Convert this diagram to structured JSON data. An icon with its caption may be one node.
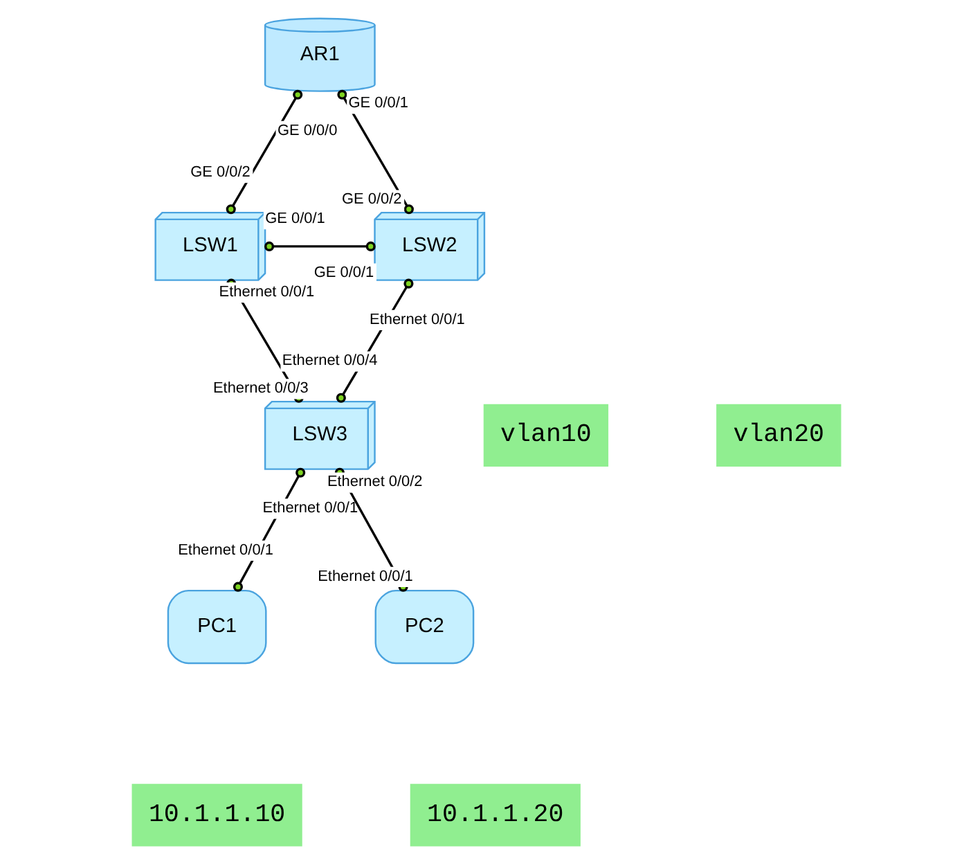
{
  "diagram": {
    "nodes": [
      {
        "text": [
          "AR1"
        ],
        "beside": [
          "GE 0/0/0",
          "GE 0/0/1"
        ]
      },
      {
        "text": [
          "LSW1"
        ],
        "beside": [
          "GE 0/0/2",
          "GE 0/0/1",
          "Ethernet 0/0/1"
        ]
      },
      {
        "text": [
          "LSW2"
        ],
        "beside": [
          "GE 0/0/2",
          "GE 0/0/1",
          "Ethernet 0/0/1"
        ]
      },
      {
        "text": [
          "LSW3"
        ],
        "beside": [
          "Ethernet 0/0/3",
          "Ethernet 0/0/4",
          "Ethernet 0/0/1",
          "Ethernet 0/0/2"
        ]
      },
      {
        "text": [
          "vlan10"
        ]
      },
      {
        "text": [
          "vlan20"
        ]
      },
      {
        "text": [
          "PC1"
        ],
        "beside": [
          "Ethernet 0/0/1"
        ]
      },
      {
        "text": [
          "PC2"
        ],
        "beside": [
          "Ethernet 0/0/1"
        ]
      },
      {
        "text": [
          "10.1.1.20"
        ]
      },
      {
        "text": [
          "10.1.1.10"
        ]
      }
    ],
    "edges": [
      {
        "from": 0,
        "to": 1,
        "arrow": "other"
      },
      {
        "from": 0,
        "to": 2,
        "arrow": "other"
      },
      {
        "from": 1,
        "to": 2,
        "arrow": "other"
      },
      {
        "from": 1,
        "to": 3,
        "arrow": "other"
      },
      {
        "from": 2,
        "to": 3,
        "arrow": "other"
      },
      {
        "from": 3,
        "to": 6,
        "arrow": "other"
      },
      {
        "from": 3,
        "to": 7,
        "arrow": "other"
      }
    ]
  }
}
